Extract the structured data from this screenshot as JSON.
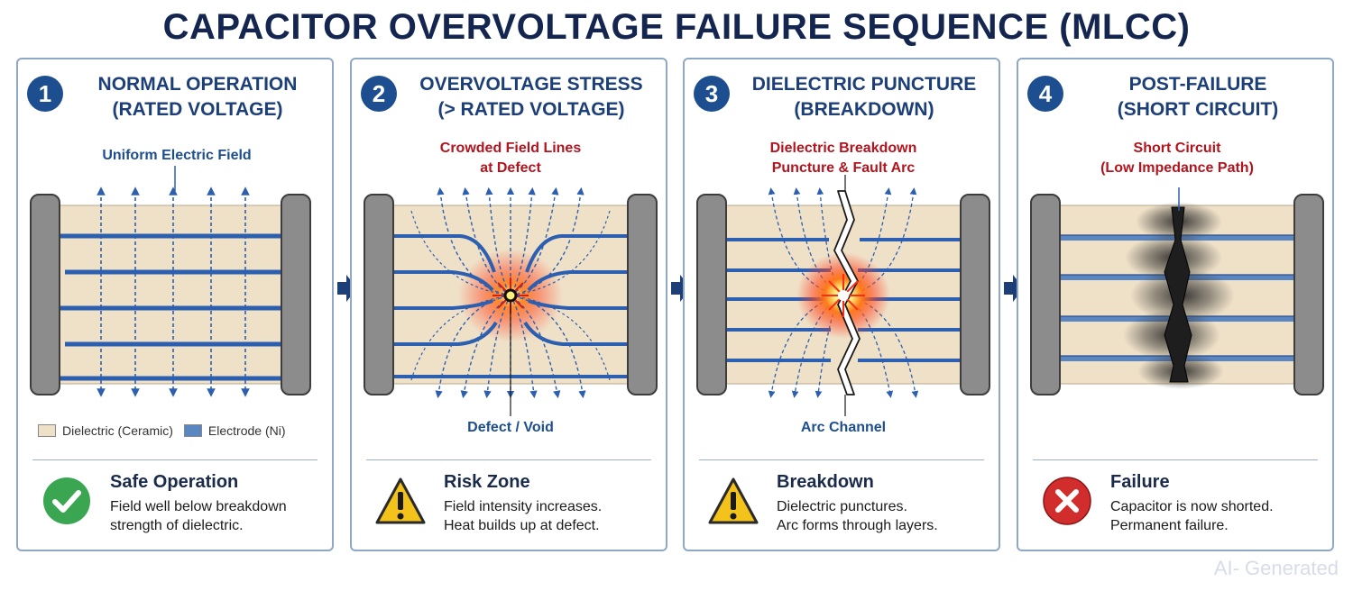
{
  "title": "CAPACITOR OVERVOLTAGE FAILURE SEQUENCE (MLCC)",
  "panels": [
    {
      "number": "1",
      "title_line1": "NORMAL OPERATION",
      "title_line2": "(RATED VOLTAGE)",
      "label_top1": "Uniform Electric Field",
      "label_top2": "",
      "label_bottom": "",
      "legend_dielectric": "Dielectric (Ceramic)",
      "legend_electrode": "Electrode (Ni)",
      "status_head": "Safe Operation",
      "status_line1": "Field well below breakdown",
      "status_line2": "strength of dielectric.",
      "status_icon": "check-icon"
    },
    {
      "number": "2",
      "title_line1": "OVERVOLTAGE STRESS",
      "title_line2": "(> RATED VOLTAGE)",
      "label_top1": "Crowded Field Lines",
      "label_top2": "at Defect",
      "label_bottom": "Defect / Void",
      "status_head": "Risk Zone",
      "status_line1": "Field intensity increases.",
      "status_line2": "Heat builds up at defect.",
      "status_icon": "warning-icon"
    },
    {
      "number": "3",
      "title_line1": "DIELECTRIC PUNCTURE",
      "title_line2": "(BREAKDOWN)",
      "label_top1": "Dielectric Breakdown",
      "label_top2": "Puncture & Fault Arc",
      "label_bottom": "Arc Channel",
      "status_head": "Breakdown",
      "status_line1": "Dielectric punctures.",
      "status_line2": "Arc forms through layers.",
      "status_icon": "warning-icon"
    },
    {
      "number": "4",
      "title_line1": "POST-FAILURE",
      "title_line2": "(SHORT CIRCUIT)",
      "label_top1": "Short Circuit",
      "label_top2": "(Low Impedance Path)",
      "label_bottom": "",
      "status_head": "Failure",
      "status_line1": "Capacitor is now shorted.",
      "status_line2": "Permanent failure.",
      "status_icon": "error-x-icon"
    }
  ],
  "watermark": "AI- Generated",
  "colors": {
    "title": "#14264f",
    "badge": "#1d4e8f",
    "dielectric": "#efe1c8",
    "electrode": "#5a86c2",
    "terminal": "#8c8c8c",
    "field_line": "#2d5fb0",
    "red_label": "#b3141e",
    "check": "#3aa651",
    "warning": "#f3c21b",
    "error": "#d22d2d"
  }
}
